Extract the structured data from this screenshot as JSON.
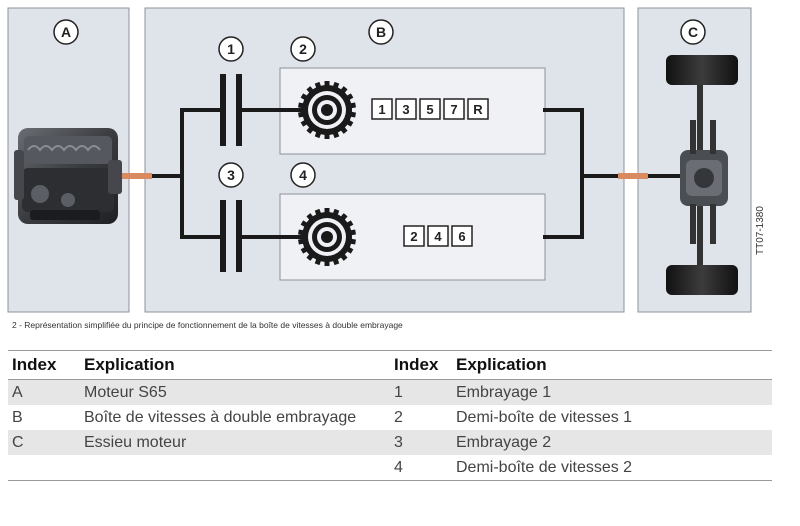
{
  "diagram": {
    "sections": {
      "a": "A",
      "b": "B",
      "c": "C"
    },
    "callouts": {
      "c1": "1",
      "c2": "2",
      "c3": "3",
      "c4": "4"
    },
    "gears_upper": [
      "1",
      "3",
      "5",
      "7",
      "R"
    ],
    "gears_lower": [
      "2",
      "4",
      "6"
    ],
    "colors": {
      "panel_fill": "#dfe3ea",
      "panel_border": "#8d939c",
      "box_fill": "#f0f1f4",
      "shaft": "#1a1a1a",
      "coupling": "#d98a60"
    }
  },
  "caption": "2 -  Représentation simplifiée du principe de fonctionnement de la boîte de vitesses à double embrayage",
  "figure_id": "TT07-1380",
  "table": {
    "headers": [
      "Index",
      "Explication",
      "Index",
      "Explication"
    ],
    "rows": [
      {
        "i1": "A",
        "e1": "Moteur S65",
        "i2": "1",
        "e2": "Embrayage 1"
      },
      {
        "i1": "B",
        "e1": "Boîte de vitesses à double embrayage",
        "i2": "2",
        "e2": "Demi-boîte de vitesses 1"
      },
      {
        "i1": "C",
        "e1": "Essieu moteur",
        "i2": "3",
        "e2": "Embrayage 2"
      },
      {
        "i1": "",
        "e1": "",
        "i2": "4",
        "e2": "Demi-boîte de vitesses 2"
      }
    ]
  }
}
